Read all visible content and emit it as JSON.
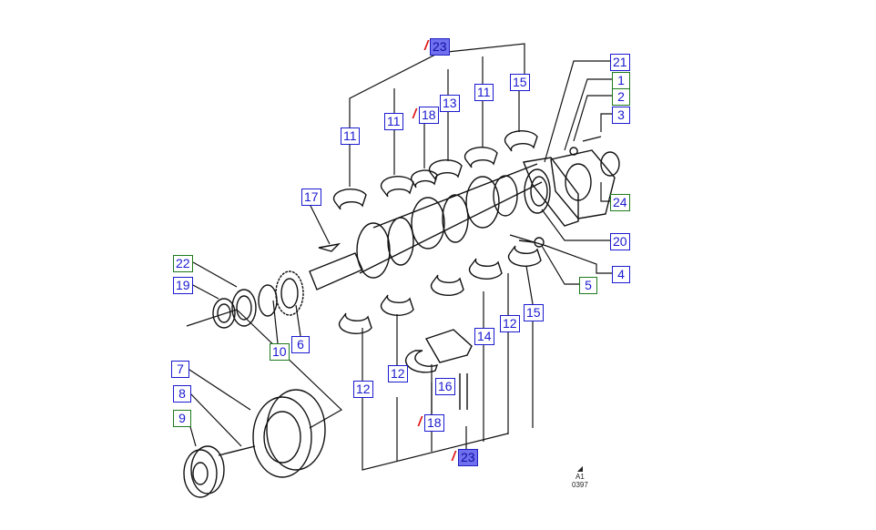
{
  "colors": {
    "blue": "#1a1ad0",
    "green": "#1d7a1d",
    "filled": "#6f6ff0",
    "slash": "#e01010"
  },
  "callouts": [
    {
      "label": "23",
      "style": "filled",
      "slash": true
    },
    {
      "label": "15",
      "style": "blue"
    },
    {
      "label": "11",
      "style": "blue"
    },
    {
      "label": "13",
      "style": "blue"
    },
    {
      "label": "18",
      "style": "blue",
      "slash": true
    },
    {
      "label": "11",
      "style": "blue"
    },
    {
      "label": "11",
      "style": "blue"
    },
    {
      "label": "17",
      "style": "blue"
    },
    {
      "label": "21",
      "style": "blue"
    },
    {
      "label": "1",
      "style": "green"
    },
    {
      "label": "2",
      "style": "green"
    },
    {
      "label": "3",
      "style": "blue"
    },
    {
      "label": "24",
      "style": "green"
    },
    {
      "label": "20",
      "style": "blue"
    },
    {
      "label": "4",
      "style": "blue"
    },
    {
      "label": "5",
      "style": "green"
    },
    {
      "label": "22",
      "style": "green"
    },
    {
      "label": "19",
      "style": "blue"
    },
    {
      "label": "10",
      "style": "green"
    },
    {
      "label": "6",
      "style": "blue"
    },
    {
      "label": "7",
      "style": "blue"
    },
    {
      "label": "8",
      "style": "blue"
    },
    {
      "label": "9",
      "style": "green"
    },
    {
      "label": "12",
      "style": "blue"
    },
    {
      "label": "12",
      "style": "blue"
    },
    {
      "label": "14",
      "style": "blue"
    },
    {
      "label": "12",
      "style": "blue"
    },
    {
      "label": "15",
      "style": "blue"
    },
    {
      "label": "16",
      "style": "blue"
    },
    {
      "label": "18",
      "style": "blue",
      "slash": true
    },
    {
      "label": "23",
      "style": "filled",
      "slash": true
    }
  ],
  "stamp": {
    "line1": "A1",
    "line2": "0397"
  }
}
